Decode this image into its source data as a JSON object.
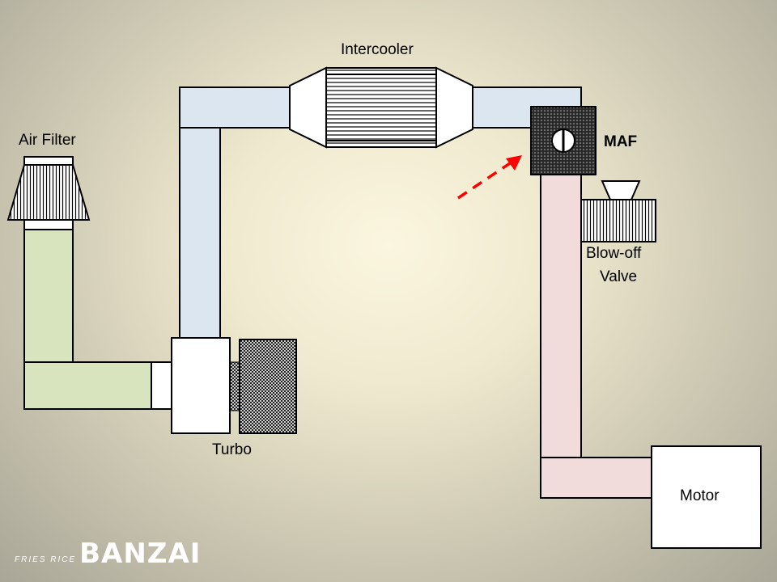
{
  "labels": {
    "intercooler": "Intercooler",
    "air_filter": "Air Filter",
    "maf": "MAF",
    "blow_off_line1": "Blow-off",
    "blow_off_line2": "Valve",
    "turbo": "Turbo",
    "motor": "Motor"
  },
  "logo": {
    "small": "FRIES RICE",
    "big": "BANZAI"
  },
  "colors": {
    "intake_pipe": "#d7e4bd",
    "charge_pipe_cold": "#dce6f1",
    "charge_pipe_hot": "#f2dcdb",
    "outline": "#000000",
    "arrow": "#ff0000",
    "white": "#ffffff"
  }
}
